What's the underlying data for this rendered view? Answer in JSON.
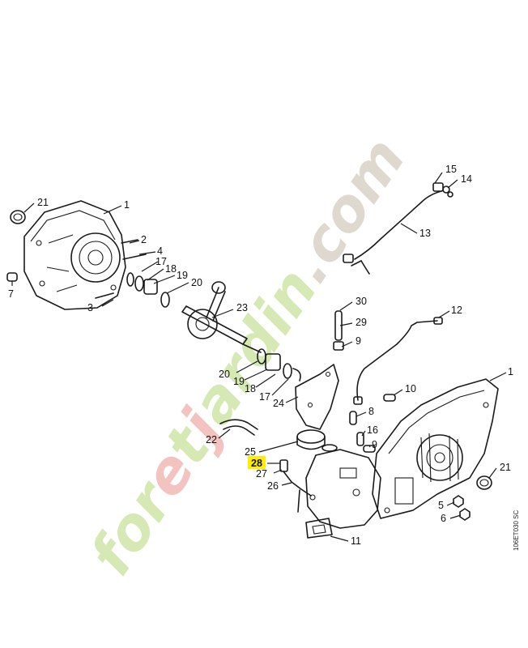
{
  "diagram": {
    "watermark": "foretjardin.com",
    "drawing_code": "106ET030 SC",
    "highlight_color": "#ffee00",
    "watermark_colors": {
      "green": "#d6e8b3",
      "red": "#f3c3c0",
      "grey": "#ded8cf"
    },
    "callouts": [
      {
        "id": "c21a",
        "text": "21"
      },
      {
        "id": "c1a",
        "text": "1"
      },
      {
        "id": "c2",
        "text": "2"
      },
      {
        "id": "c4",
        "text": "4"
      },
      {
        "id": "c17a",
        "text": "17"
      },
      {
        "id": "c18a",
        "text": "18"
      },
      {
        "id": "c19a",
        "text": "19"
      },
      {
        "id": "c20a",
        "text": "20"
      },
      {
        "id": "c7",
        "text": "7"
      },
      {
        "id": "c3",
        "text": "3"
      },
      {
        "id": "c23",
        "text": "23"
      },
      {
        "id": "c20b",
        "text": "20"
      },
      {
        "id": "c19b",
        "text": "19"
      },
      {
        "id": "c18b",
        "text": "18"
      },
      {
        "id": "c17b",
        "text": "17"
      },
      {
        "id": "c24",
        "text": "24"
      },
      {
        "id": "c22",
        "text": "22"
      },
      {
        "id": "c25",
        "text": "25"
      },
      {
        "id": "c28",
        "text": "28"
      },
      {
        "id": "c27",
        "text": "27"
      },
      {
        "id": "c26",
        "text": "26"
      },
      {
        "id": "c15",
        "text": "15"
      },
      {
        "id": "c14",
        "text": "14"
      },
      {
        "id": "c13",
        "text": "13"
      },
      {
        "id": "c30",
        "text": "30"
      },
      {
        "id": "c29",
        "text": "29"
      },
      {
        "id": "c9a",
        "text": "9"
      },
      {
        "id": "c12",
        "text": "12"
      },
      {
        "id": "c10",
        "text": "10"
      },
      {
        "id": "c1b",
        "text": "1"
      },
      {
        "id": "c8",
        "text": "8"
      },
      {
        "id": "c16",
        "text": "16"
      },
      {
        "id": "c9b",
        "text": "9"
      },
      {
        "id": "c21b",
        "text": "21"
      },
      {
        "id": "c5",
        "text": "5"
      },
      {
        "id": "c6",
        "text": "6"
      },
      {
        "id": "c11",
        "text": "11"
      }
    ]
  }
}
